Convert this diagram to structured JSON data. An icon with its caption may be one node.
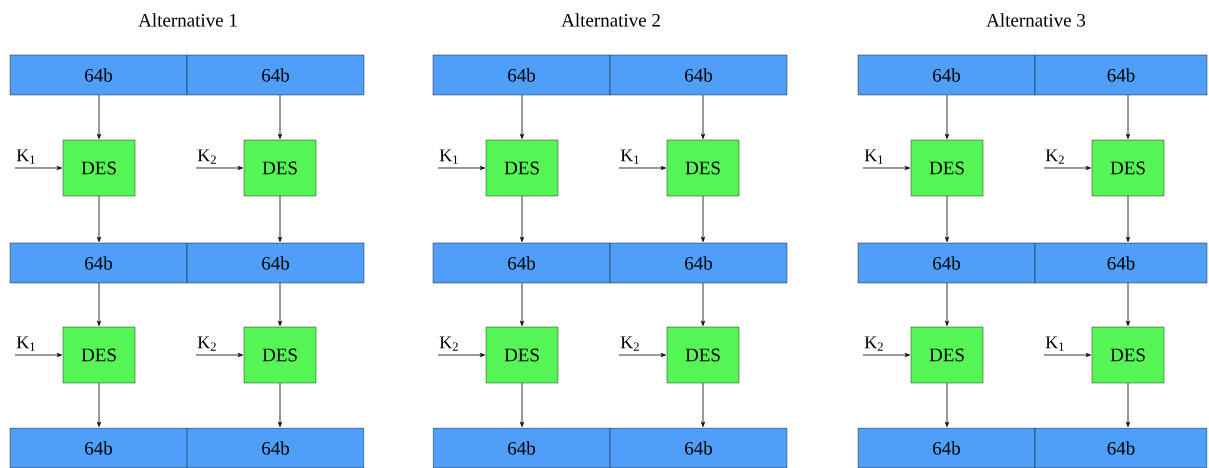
{
  "diagram": {
    "labels": [
      "Alternative 1",
      "Alternative 2",
      "Alternative 3"
    ],
    "nodes": [
      {
        "text": [
          "64b"
        ]
      },
      {
        "text": [
          "64b"
        ]
      },
      {
        "text": [
          "K$_{1}$"
        ]
      },
      {
        "text": [
          "DES"
        ]
      },
      {
        "text": [
          "K$_{2}$"
        ]
      },
      {
        "text": [
          "DES"
        ]
      },
      {
        "text": [
          "64b"
        ]
      },
      {
        "text": [
          "64b"
        ]
      },
      {
        "text": [
          "K$_{1}$"
        ]
      },
      {
        "text": [
          "DES"
        ]
      },
      {
        "text": [
          "K$_{2}$"
        ]
      },
      {
        "text": [
          "DES"
        ]
      },
      {
        "text": [
          "64b"
        ]
      },
      {
        "text": [
          "64b"
        ]
      },
      {
        "text": [
          "64b"
        ]
      },
      {
        "text": [
          "64b"
        ]
      },
      {
        "text": [
          "K$_{1}$"
        ]
      },
      {
        "text": [
          "DES"
        ]
      },
      {
        "text": [
          "K$_{1}$"
        ]
      },
      {
        "text": [
          "DES"
        ]
      },
      {
        "text": [
          "64b"
        ]
      },
      {
        "text": [
          "64b"
        ]
      },
      {
        "text": [
          "K$_{2}$"
        ]
      },
      {
        "text": [
          "DES"
        ]
      },
      {
        "text": [
          "K$_{2}$"
        ]
      },
      {
        "text": [
          "DES"
        ]
      },
      {
        "text": [
          "64b"
        ]
      },
      {
        "text": [
          "64b"
        ]
      },
      {
        "text": [
          "64b"
        ]
      },
      {
        "text": [
          "64b"
        ]
      },
      {
        "text": [
          "K$_{1}$"
        ]
      },
      {
        "text": [
          "DES"
        ]
      },
      {
        "text": [
          "K$_{2}$"
        ]
      },
      {
        "text": [
          "DES"
        ]
      },
      {
        "text": [
          "64b"
        ]
      },
      {
        "text": [
          "64b"
        ]
      },
      {
        "text": [
          "K$_{2}$"
        ]
      },
      {
        "text": [
          "DES"
        ]
      },
      {
        "text": [
          "K$_{1}$"
        ]
      },
      {
        "text": [
          "DES"
        ]
      },
      {
        "text": [
          "64b"
        ]
      },
      {
        "text": [
          "64b"
        ]
      }
    ],
    "edges": [
      {
        "from": 0,
        "to": 3,
        "arrow": "to"
      },
      {
        "from": 1,
        "to": 5,
        "arrow": "to"
      },
      {
        "from": 2,
        "to": 3,
        "arrow": "to"
      },
      {
        "from": 4,
        "to": 5,
        "arrow": "to"
      },
      {
        "from": 3,
        "to": 6,
        "arrow": "to"
      },
      {
        "from": 5,
        "to": 7,
        "arrow": "to"
      },
      {
        "from": 6,
        "to": 9,
        "arrow": "to"
      },
      {
        "from": 7,
        "to": 11,
        "arrow": "to"
      },
      {
        "from": 8,
        "to": 9,
        "arrow": "to"
      },
      {
        "from": 10,
        "to": 11,
        "arrow": "to"
      },
      {
        "from": 9,
        "to": 12,
        "arrow": "to"
      },
      {
        "from": 11,
        "to": 13,
        "arrow": "to"
      },
      {
        "from": 14,
        "to": 17,
        "arrow": "to"
      },
      {
        "from": 15,
        "to": 19,
        "arrow": "to"
      },
      {
        "from": 16,
        "to": 17,
        "arrow": "to"
      },
      {
        "from": 18,
        "to": 19,
        "arrow": "to"
      },
      {
        "from": 17,
        "to": 20,
        "arrow": "to"
      },
      {
        "from": 19,
        "to": 21,
        "arrow": "to"
      },
      {
        "from": 20,
        "to": 23,
        "arrow": "to"
      },
      {
        "from": 21,
        "to": 25,
        "arrow": "to"
      },
      {
        "from": 22,
        "to": 23,
        "arrow": "to"
      },
      {
        "from": 24,
        "to": 25,
        "arrow": "to"
      },
      {
        "from": 23,
        "to": 26,
        "arrow": "to"
      },
      {
        "from": 25,
        "to": 27,
        "arrow": "to"
      },
      {
        "from": 28,
        "to": 31,
        "arrow": "to"
      },
      {
        "from": 29,
        "to": 33,
        "arrow": "to"
      },
      {
        "from": 30,
        "to": 31,
        "arrow": "to"
      },
      {
        "from": 32,
        "to": 33,
        "arrow": "to"
      },
      {
        "from": 31,
        "to": 34,
        "arrow": "to"
      },
      {
        "from": 33,
        "to": 35,
        "arrow": "to"
      },
      {
        "from": 34,
        "to": 37,
        "arrow": "to"
      },
      {
        "from": 35,
        "to": 39,
        "arrow": "to"
      },
      {
        "from": 36,
        "to": 37,
        "arrow": "to"
      },
      {
        "from": 38,
        "to": 39,
        "arrow": "to"
      },
      {
        "from": 37,
        "to": 40,
        "arrow": "to"
      },
      {
        "from": 39,
        "to": 41,
        "arrow": "to"
      }
    ]
  }
}
